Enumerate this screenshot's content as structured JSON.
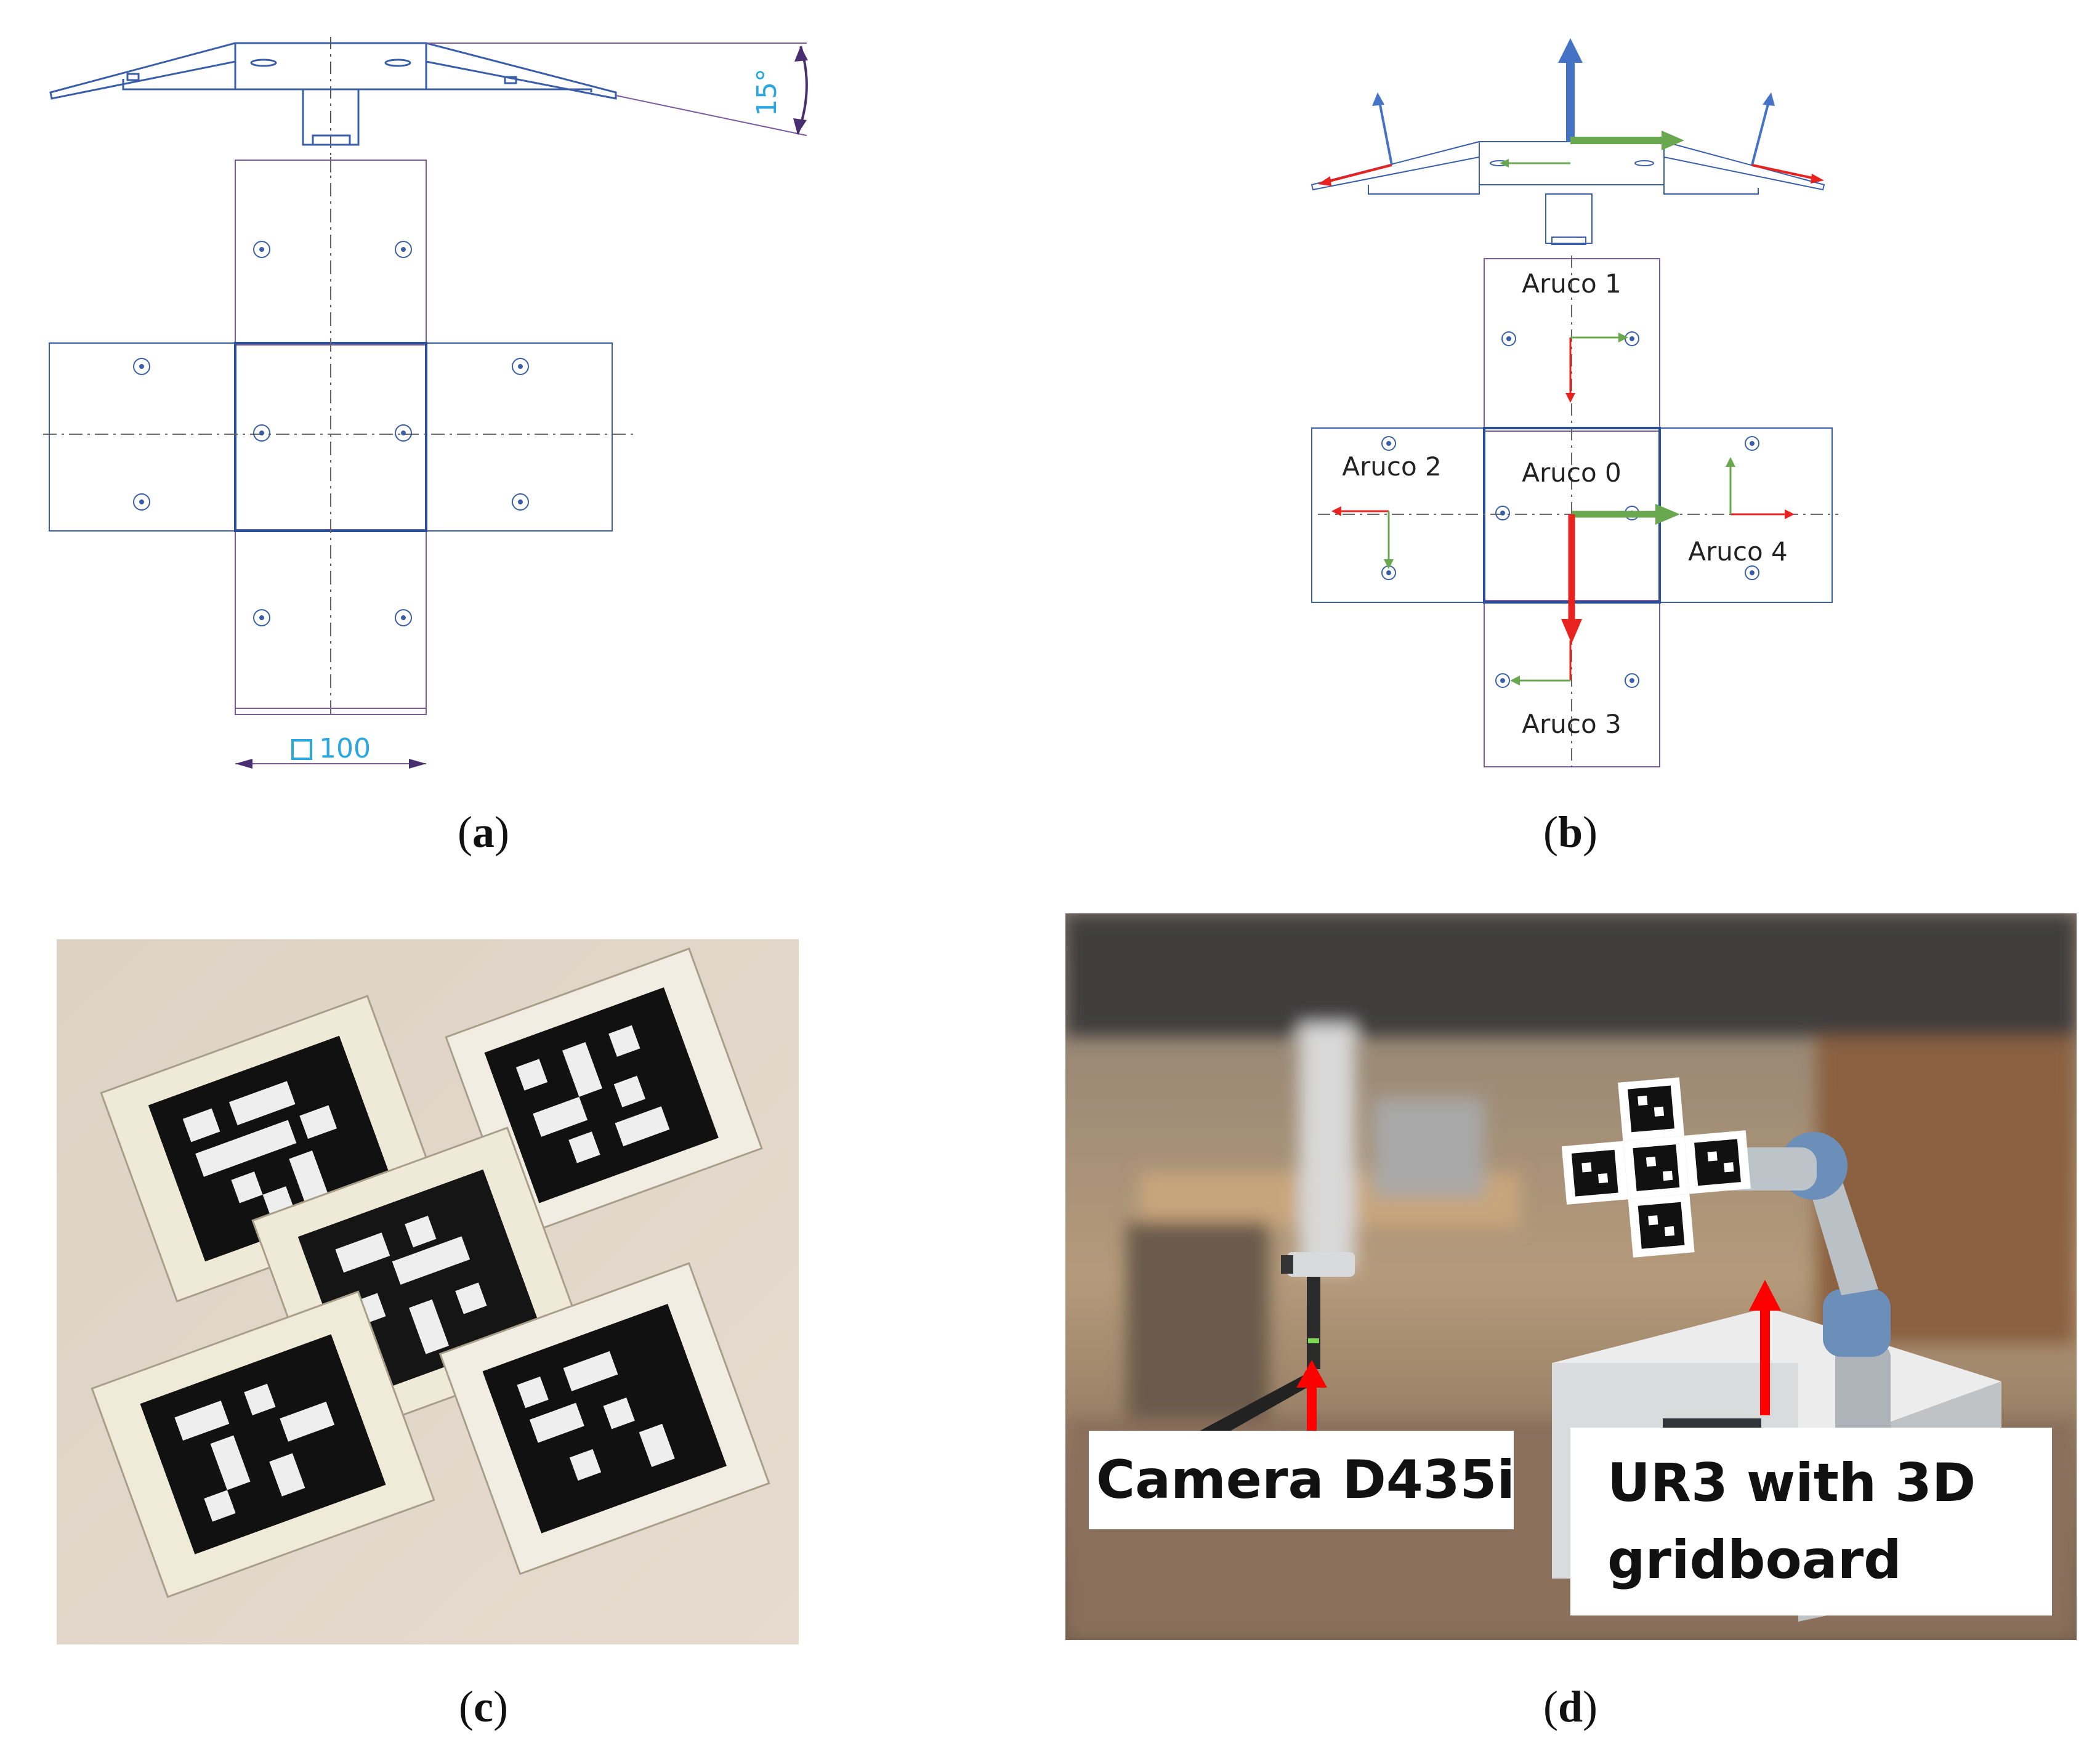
{
  "figure": {
    "panels": {
      "a": {
        "caption_open": "(",
        "caption_letter": "a",
        "caption_close": ")",
        "angle_label": "15°",
        "dimension_label": "100"
      },
      "b": {
        "caption_open": "(",
        "caption_letter": "b",
        "caption_close": ")",
        "marker_labels": [
          "Aruco 1",
          "Aruco 2",
          "Aruco 0",
          "Aruco 4",
          "Aruco 3"
        ]
      },
      "c": {
        "caption_open": "(",
        "caption_letter": "c",
        "caption_close": ")"
      },
      "d": {
        "caption_open": "(",
        "caption_letter": "d",
        "caption_close": ")",
        "camera_label": "Camera D435i",
        "robot_label_line1": "UR3 with 3D",
        "robot_label_line2": "gridboard"
      }
    },
    "colors": {
      "drawing_blue": "#3a5fa8",
      "outline_purple": "#7a5c9e",
      "dimension_cyan": "#2aa7e0",
      "axis_red": "#e8231f",
      "axis_green": "#6aa84f",
      "axis_blue": "#4472c4"
    }
  }
}
